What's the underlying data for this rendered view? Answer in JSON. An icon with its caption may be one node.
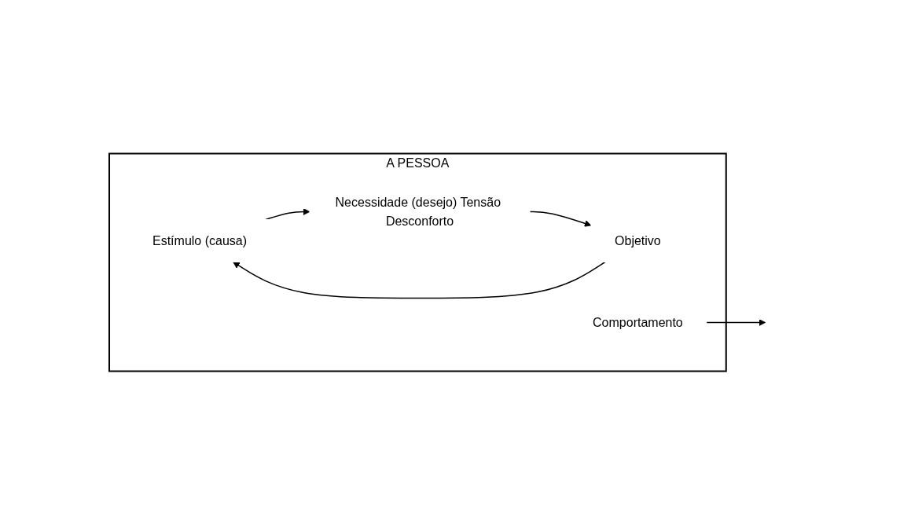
{
  "diagram": {
    "nodes": [
      {
        "text": [
          "A PESSOA"
        ]
      },
      {
        "text": [
          "Estímulo (causa)"
        ],
        "in": 0
      },
      {
        "text": [
          "Necessidade (desejo) Tensão Desconforto"
        ],
        "in": 0
      },
      {
        "text": [
          "Objetivo"
        ],
        "in": 0
      },
      {
        "text": [
          "Comportamento"
        ],
        "in": 0
      }
    ],
    "edges": [
      {
        "from": 1,
        "to": 2,
        "arrow": "to"
      },
      {
        "from": 2,
        "to": 3,
        "arrow": "to"
      },
      {
        "from": 3,
        "to": 1,
        "arrow": "to"
      },
      {
        "from": 4,
        "to": null,
        "arrow": "to"
      }
    ]
  }
}
